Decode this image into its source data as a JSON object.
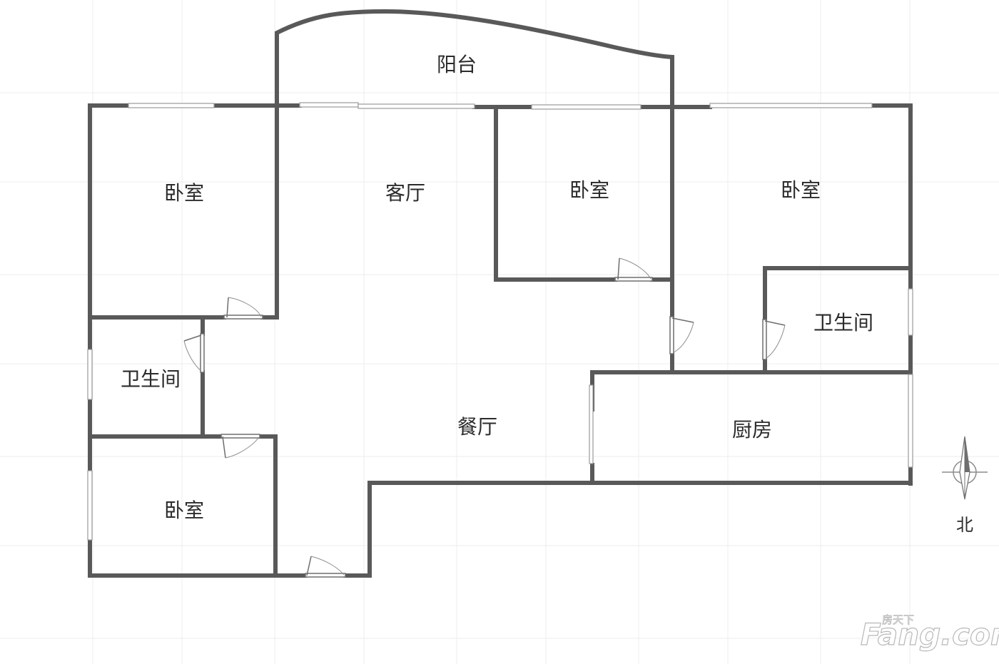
{
  "rooms": {
    "balcony": "阳台",
    "living_room": "客厅",
    "dining_room": "餐厅",
    "kitchen": "厨房",
    "bedroom_northwest": "卧室",
    "bedroom_center": "卧室",
    "bedroom_northeast": "卧室",
    "bedroom_southwest": "卧室",
    "bathroom_west": "卫生间",
    "bathroom_east": "卫生间"
  },
  "compass": {
    "label": "北"
  },
  "watermark": {
    "brand": "Fang.com",
    "sub": "房天下"
  },
  "colors": {
    "wall": "#595959",
    "background": "#ffffff",
    "grid": "#ececec"
  }
}
